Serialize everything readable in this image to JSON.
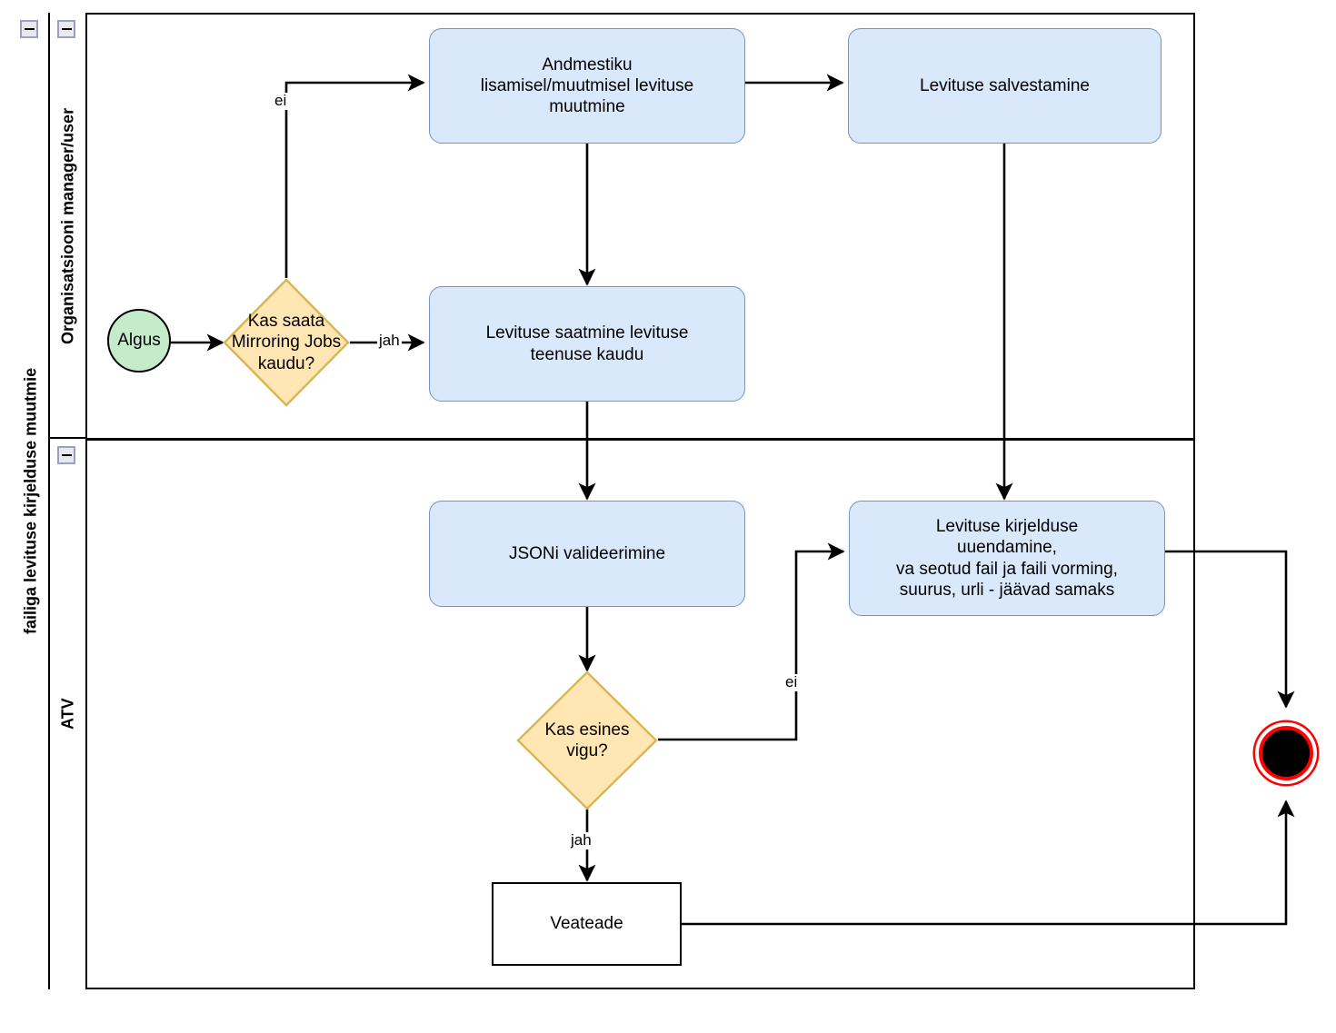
{
  "pool": {
    "title": "failiga levituse kirjelduse muutmie",
    "collapse_icon": "minus-icon",
    "lanes": [
      {
        "id": "lane-org",
        "title": "Organisatsiooni manager/user",
        "collapse_icon": "minus-icon"
      },
      {
        "id": "lane-atv",
        "title": "ATV",
        "collapse_icon": "minus-icon"
      }
    ]
  },
  "nodes": {
    "start": {
      "label": "Algus",
      "type": "start-event",
      "color": "#c5ecca"
    },
    "gateway_mirroring": {
      "label": "Kas saata Mirroring Jobs kaudu?",
      "type": "gateway",
      "color": "#ffe6b3"
    },
    "task_andmestiku": {
      "label": "Andmestiku lisamisel/muutmisel levituse muutmine",
      "type": "task",
      "color": "#dae8fc"
    },
    "task_salvestamine": {
      "label": "Levituse salvestamine",
      "type": "task",
      "color": "#dae8fc"
    },
    "task_saatmine": {
      "label": "Levituse saatmine levituse teenuse kaudu",
      "type": "task",
      "color": "#dae8fc"
    },
    "task_json": {
      "label": "JSONi valideerimine",
      "type": "task",
      "color": "#dae8fc"
    },
    "task_uuendamine": {
      "label": "Levituse kirjelduse uuendamine, va seotud fail ja faili vorming, suurus, urli - jäävad samaks",
      "type": "task",
      "color": "#dae8fc"
    },
    "gateway_viga": {
      "label": "Kas esines vigu?",
      "type": "gateway",
      "color": "#ffe6b3"
    },
    "task_veateade": {
      "label": "Veateade",
      "type": "plain-box",
      "color": "#ffffff"
    },
    "end": {
      "label": "",
      "type": "end-event",
      "color": "#ff0000"
    }
  },
  "task_lines": {
    "task_andmestiku": [
      "Andmestiku",
      "lisamisel/muutmisel levituse",
      "muutmine"
    ],
    "task_salvestamine": [
      "Levituse salvestamine"
    ],
    "task_saatmine": [
      "Levituse saatmine levituse",
      "teenuse kaudu"
    ],
    "task_json": [
      "JSONi valideerimine"
    ],
    "task_uuendamine": [
      "Levituse kirjelduse",
      "uuendamine,",
      "va seotud fail ja faili vorming,",
      "suurus, urli - jäävad samaks"
    ],
    "task_veateade": [
      "Veateade"
    ],
    "gateway_mirroring": [
      "Kas saata",
      "Mirroring Jobs",
      "kaudu?"
    ],
    "gateway_viga": [
      "Kas esines",
      "vigu?"
    ],
    "start": [
      "Algus"
    ]
  },
  "edge_labels": {
    "mirroring_no": "ei",
    "mirroring_yes": "jah",
    "viga_no": "ei",
    "viga_yes": "jah"
  },
  "colors": {
    "task_fill": "#dae8fc",
    "task_stroke": "#7494c0",
    "gateway_fill": "#ffe6b3",
    "gateway_stroke": "#d6b656",
    "start_fill": "#c5ecca",
    "end_stroke": "#ff0000",
    "line": "#000000"
  }
}
